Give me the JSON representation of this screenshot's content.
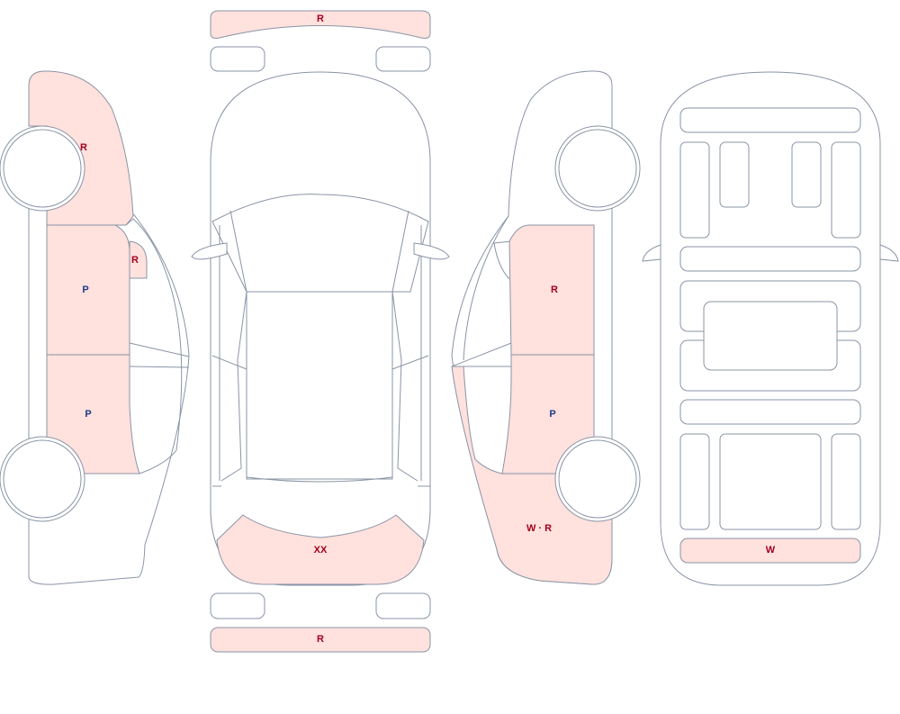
{
  "colors": {
    "damage_fill": "#ffe1dd",
    "outline": "#8a94a6",
    "code_red": "#a3001f",
    "code_blue": "#1e3a8a"
  },
  "labels": {
    "front_bumper": "R",
    "rear_bumper": "R",
    "rear_window": "XX",
    "trunk_floor": "W",
    "left_front_fender": "R",
    "left_mirror": "R",
    "left_front_door": "P",
    "left_rear_door": "P",
    "right_front_door": "R",
    "right_rear_door": "P",
    "right_rear_quarter": "W · R"
  }
}
